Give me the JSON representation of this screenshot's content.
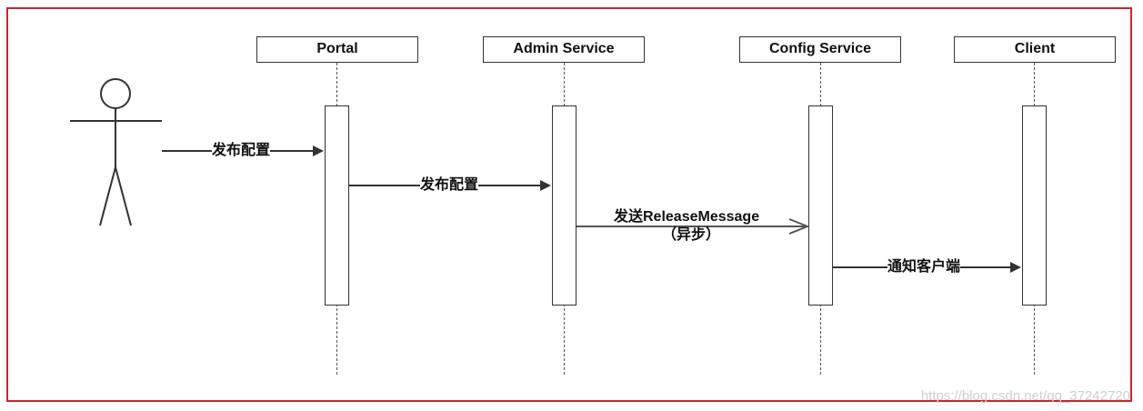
{
  "participants": [
    {
      "name": "Portal"
    },
    {
      "name": "Admin Service"
    },
    {
      "name": "Config Service"
    },
    {
      "name": "Client"
    }
  ],
  "messages": [
    {
      "label": "发布配置",
      "from": "Actor",
      "to": "Portal",
      "style": "sync"
    },
    {
      "label": "发布配置",
      "from": "Portal",
      "to": "Admin Service",
      "style": "sync"
    },
    {
      "label": "发送ReleaseMessage",
      "sublabel": "（异步）",
      "from": "Admin Service",
      "to": "Config Service",
      "style": "async"
    },
    {
      "label": "通知客户端",
      "from": "Config Service",
      "to": "Client",
      "style": "sync"
    }
  ],
  "watermark": "https://blog.csdn.net/qq_37242720",
  "colors": {
    "frame_border": "#c9262d",
    "line": "#333333",
    "watermark": "#cfcfcf"
  }
}
